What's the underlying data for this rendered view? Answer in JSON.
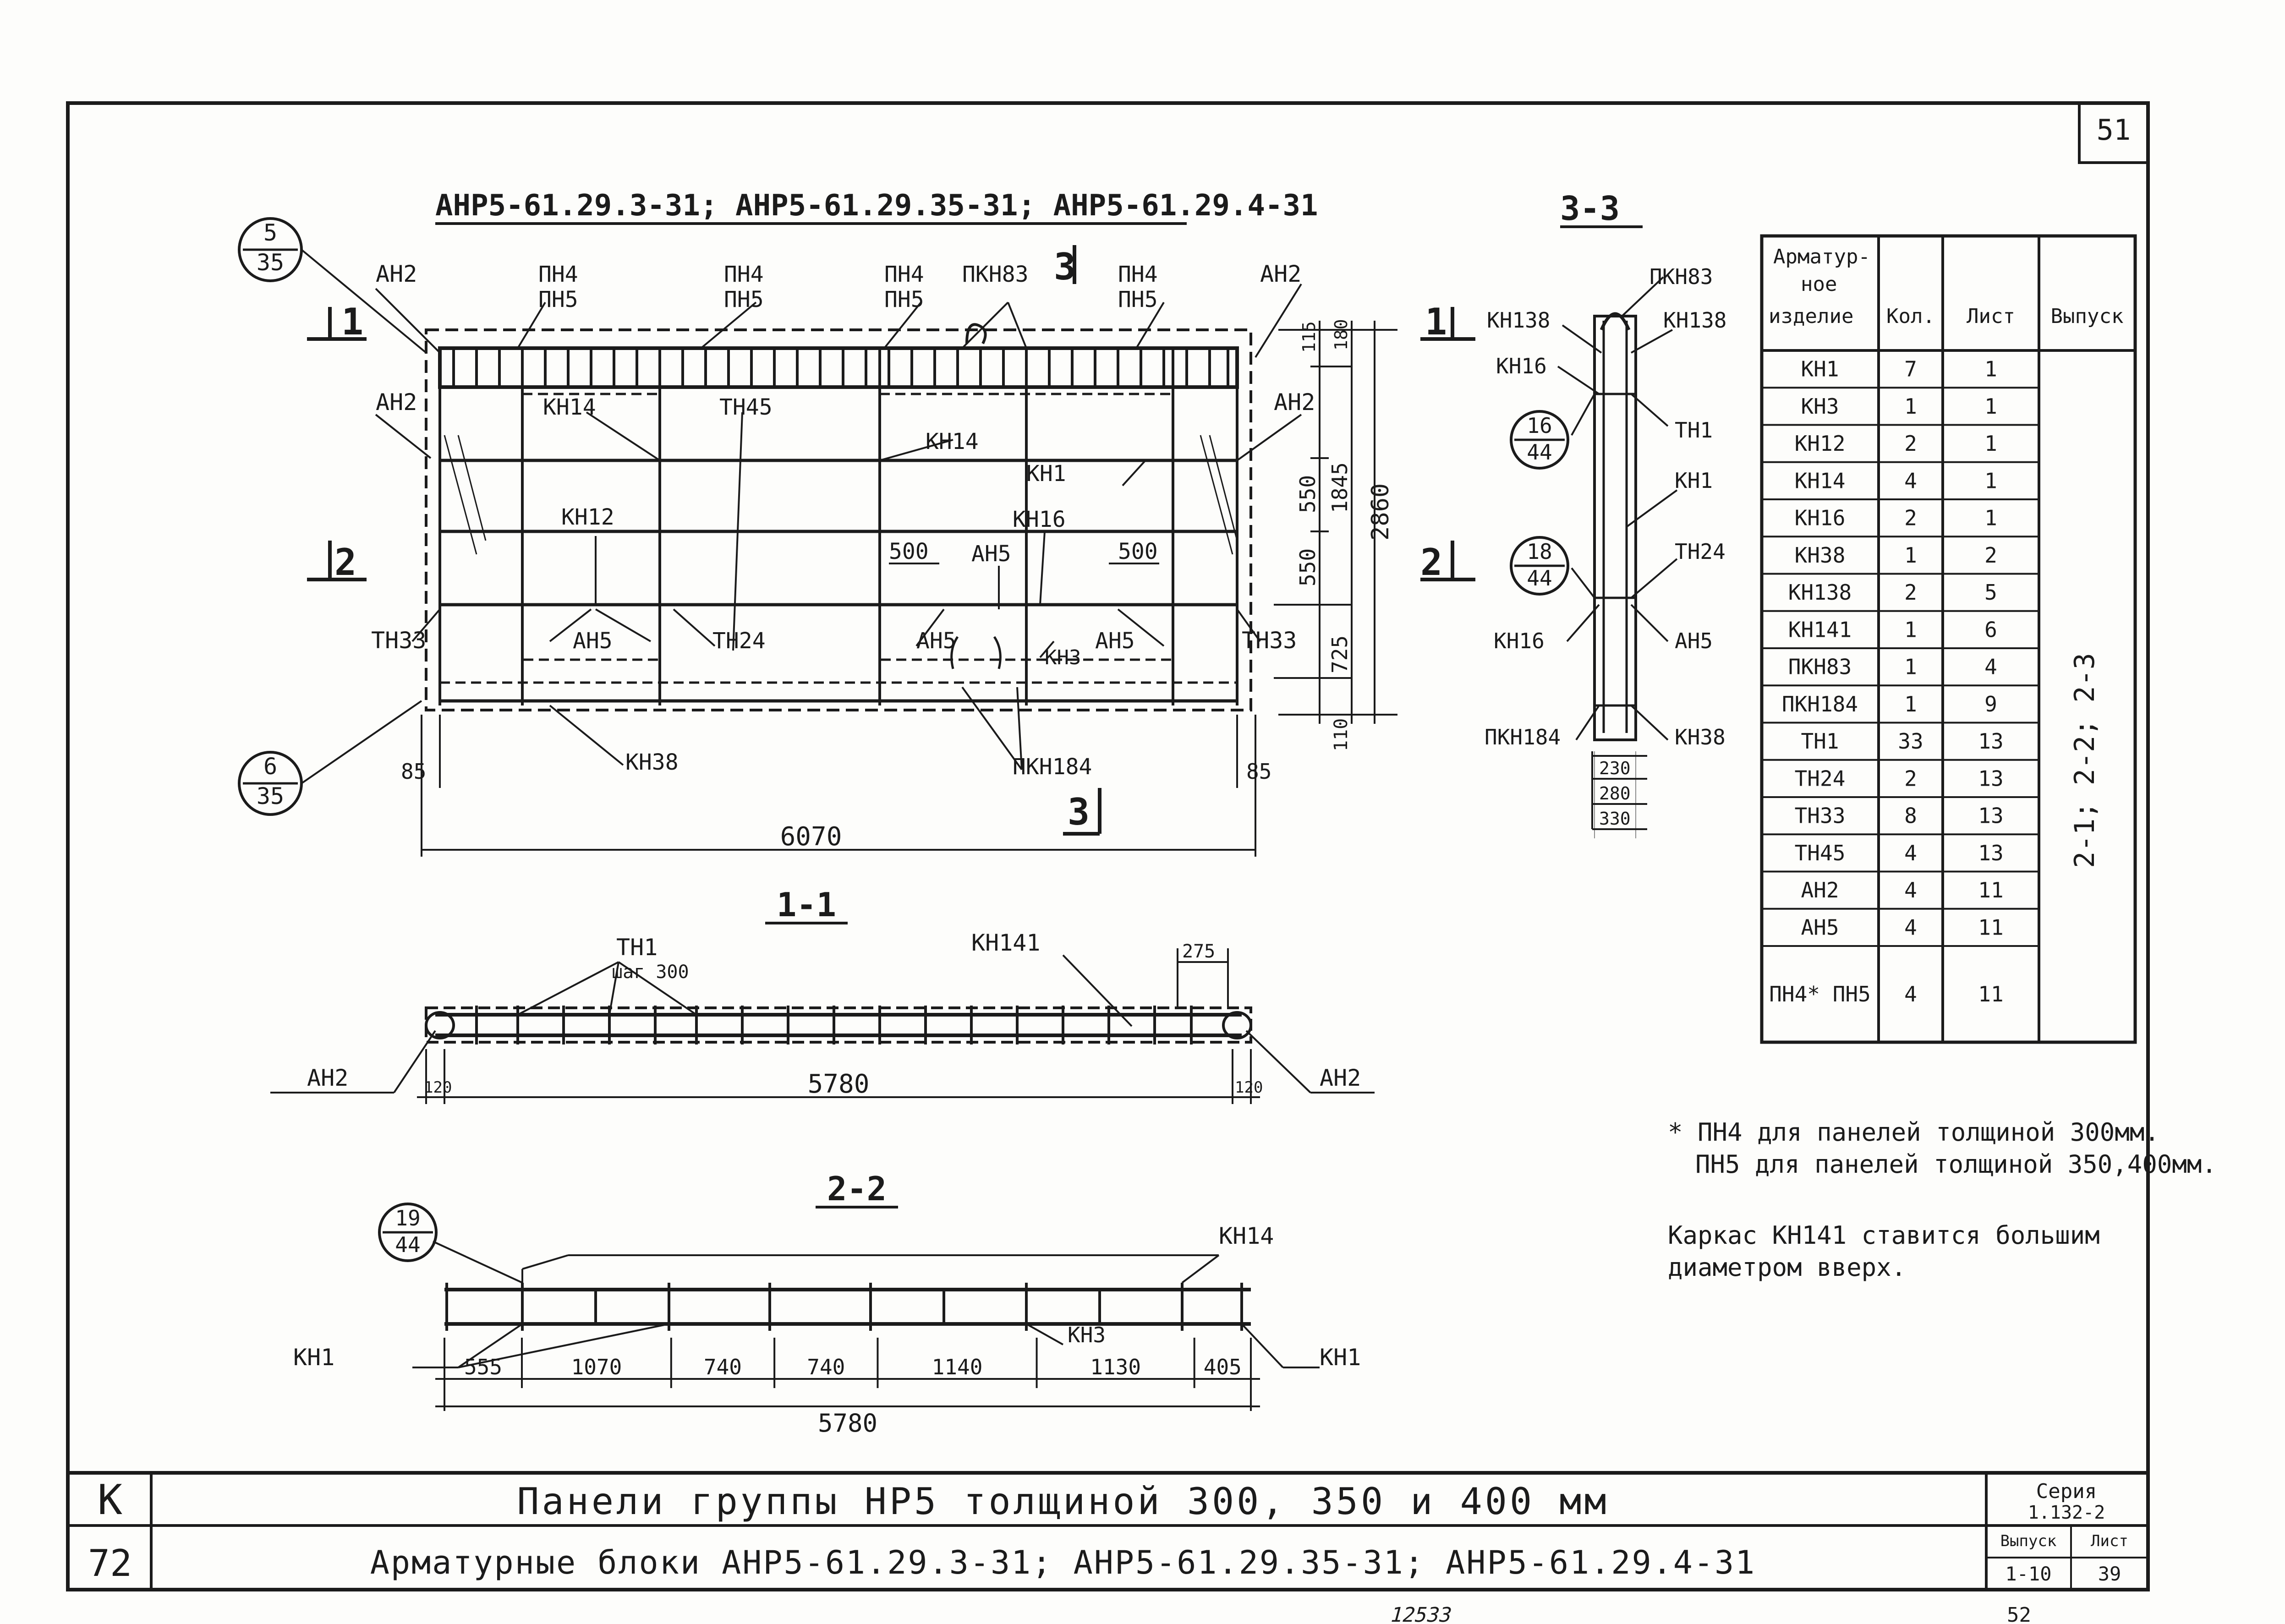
{
  "sheet_number": "51",
  "main_title": "АНР5-61.29.3-31;  АНР5-61.29.35-31;  АНР5-61.29.4-31",
  "views": {
    "section_11": "1-1",
    "section_22": "2-2",
    "section_33": "3-3"
  },
  "section_cut_marks": {
    "one": "1",
    "two": "2",
    "three": "3"
  },
  "balloons": [
    {
      "top": "5",
      "bottom": "35"
    },
    {
      "top": "6",
      "bottom": "35"
    },
    {
      "top": "16",
      "bottom": "44"
    },
    {
      "top": "18",
      "bottom": "44"
    },
    {
      "top": "19",
      "bottom": "44"
    }
  ],
  "elevation_labels": {
    "ah2": "АН2",
    "ph4": "ПН4",
    "ph5": "ПН5",
    "pkn83": "ПКН83",
    "kn14": "КН14",
    "th45": "ТН45",
    "kn1": "КН1",
    "kn12": "КН12",
    "kn16": "КН16",
    "ah5": "АН5",
    "th33": "ТН33",
    "th24": "ТН24",
    "kn3": "КН3",
    "kn38": "КН38",
    "pkn184": "ПКН184"
  },
  "elevation_dims": {
    "d115": "115",
    "d180": "180",
    "d550a": "550",
    "d550b": "550",
    "d1845": "1845",
    "d2860": "2860",
    "d725": "725",
    "d110": "110",
    "d85l": "85",
    "d85r": "85",
    "d6070": "6070",
    "d500l": "500",
    "d500r": "500"
  },
  "section33_labels": {
    "pkn83": "ПКН83",
    "kn138l": "КН138",
    "kn138r": "КН138",
    "kn16a": "КН16",
    "th1": "ТН1",
    "kn1": "КН1",
    "th24": "ТН24",
    "kn16b": "КН16",
    "ah5": "АН5",
    "pkn184": "ПКН184",
    "kn38": "КН38",
    "d230": "230",
    "d280": "280",
    "d330": "330"
  },
  "section11": {
    "th1": "ТН1",
    "step": "шаг 300",
    "kn141": "КН141",
    "d275": "275",
    "ah2l": "АН2",
    "ah2r": "АН2",
    "d120l": "120",
    "d5780": "5780",
    "d120r": "120"
  },
  "section22": {
    "kn14": "КН14",
    "kn1l": "КН1",
    "kn3": "КН3",
    "kn1r": "КН1",
    "dims": [
      "555",
      "1070",
      "740",
      "740",
      "1140",
      "1130",
      "405"
    ],
    "total": "5780"
  },
  "spec_table": {
    "headers": [
      "Арматур-ное изделие",
      "Кол.",
      "Лист",
      "Выпуск"
    ],
    "rows": [
      [
        "КН1",
        "7",
        "1"
      ],
      [
        "КН3",
        "1",
        "1"
      ],
      [
        "КН12",
        "2",
        "1"
      ],
      [
        "КН14",
        "4",
        "1"
      ],
      [
        "КН16",
        "2",
        "1"
      ],
      [
        "КН38",
        "1",
        "2"
      ],
      [
        "КН138",
        "2",
        "5"
      ],
      [
        "КН141",
        "1",
        "6"
      ],
      [
        "ПКН83",
        "1",
        "4"
      ],
      [
        "ПКН184",
        "1",
        "9"
      ],
      [
        "ТН1",
        "33",
        "13"
      ],
      [
        "ТН24",
        "2",
        "13"
      ],
      [
        "ТН33",
        "8",
        "13"
      ],
      [
        "ТН45",
        "4",
        "13"
      ],
      [
        "АН2",
        "4",
        "11"
      ],
      [
        "АН5",
        "4",
        "11"
      ],
      [
        "ПН4* ПН5",
        "4",
        "11"
      ]
    ],
    "vypusk": "2-1; 2-2; 2-3"
  },
  "notes": {
    "n1a": "* ПН4 для панелей толщиной 300мм.",
    "n1b": "ПН5 для панелей толщиной 350,400мм.",
    "n2a": "Каркас КН141 ставится большим",
    "n2b": "диаметром вверх."
  },
  "title_block": {
    "left_top": "К",
    "left_bottom": "72",
    "title1": "Панели группы НР5 толщиной 300, 350 и 400 мм",
    "title2": "Арматурные блоки  АНР5-61.29.3-31;  АНР5-61.29.35-31;  АНР5-61.29.4-31",
    "series_label": "Серия",
    "series_value": "1.132-2",
    "issue_label": "Выпуск",
    "issue_value": "1-10",
    "sheet_label": "Лист",
    "sheet_value": "39"
  },
  "footer": {
    "stamp1": "12533",
    "stamp2": "52"
  }
}
